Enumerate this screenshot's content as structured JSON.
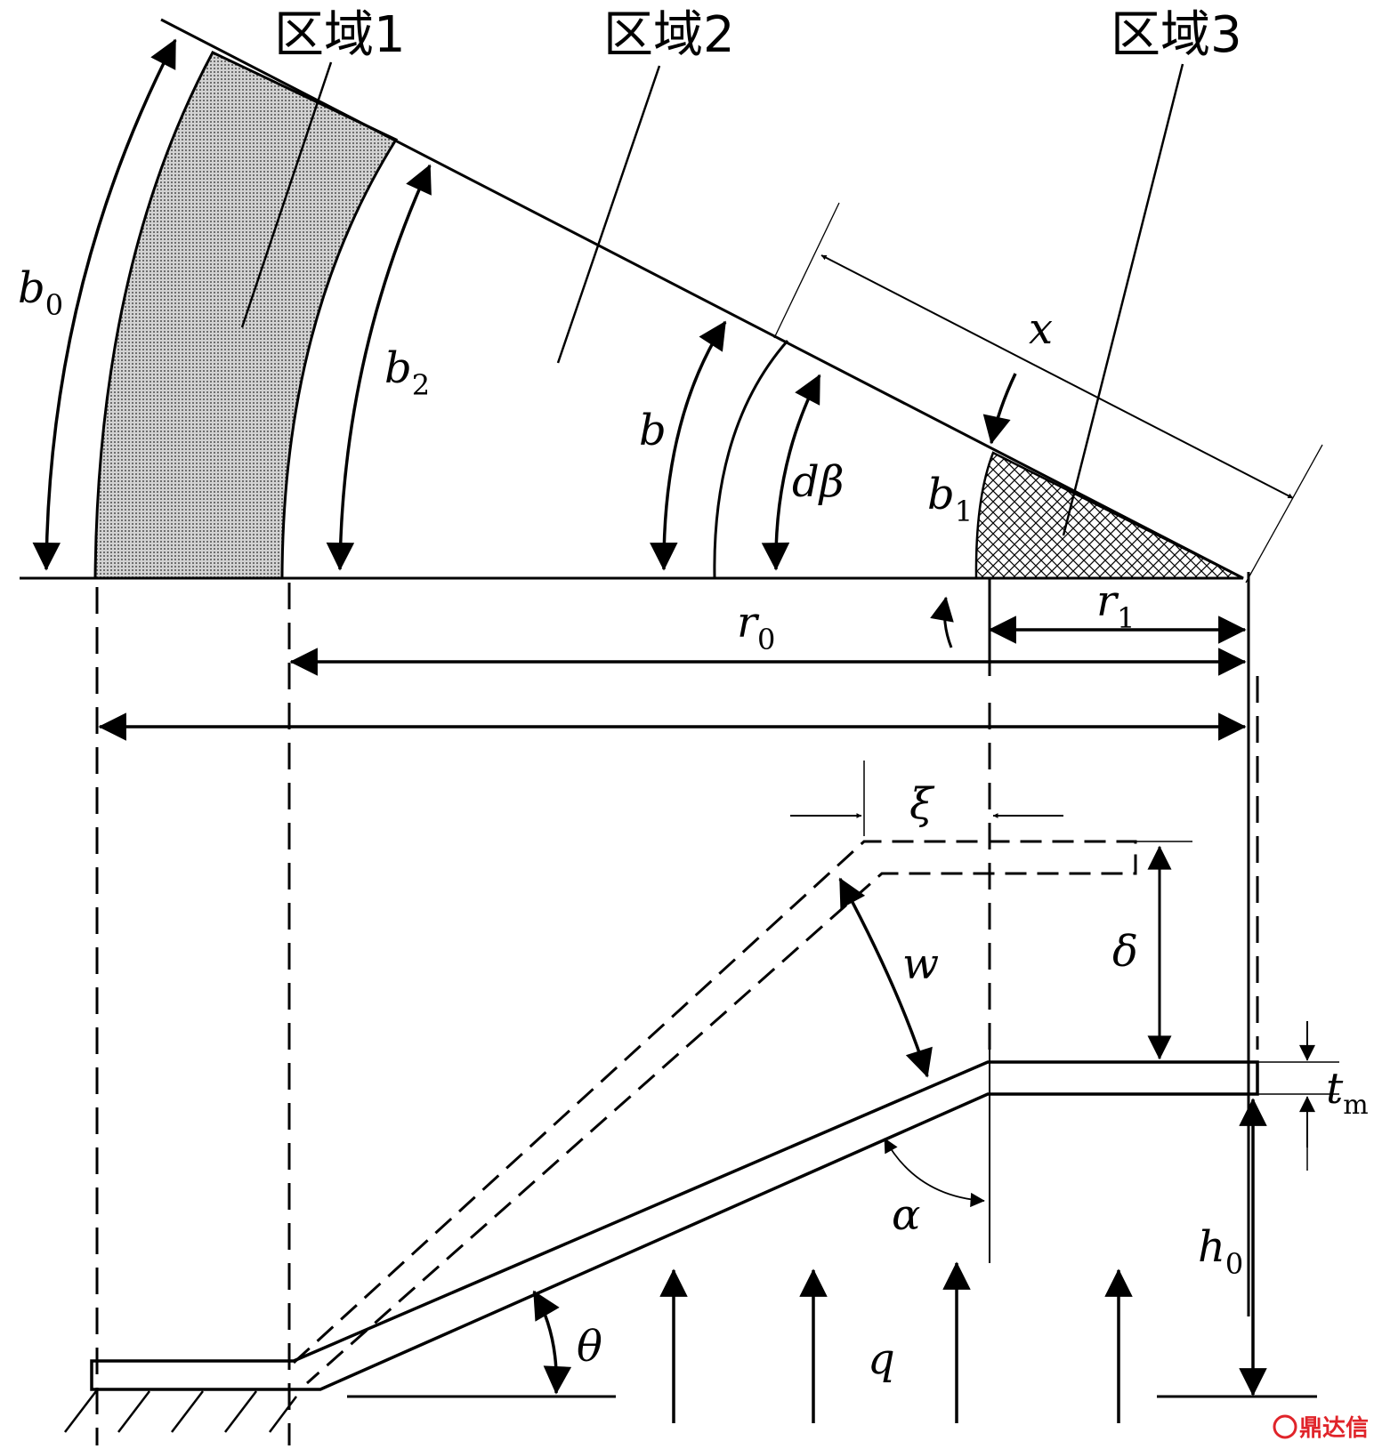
{
  "regions": {
    "zone1": "区域1",
    "zone2": "区域2",
    "zone3": "区域3"
  },
  "symbols": {
    "b0": {
      "main": "b",
      "sub": "0"
    },
    "b2": {
      "main": "b",
      "sub": "2"
    },
    "b": "b",
    "dbeta": "dβ",
    "b1": {
      "main": "b",
      "sub": "1"
    },
    "x": "x",
    "r0": {
      "main": "r",
      "sub": "0"
    },
    "r1": {
      "main": "r",
      "sub": "1"
    },
    "xi": "ξ",
    "w": "w",
    "delta": "δ",
    "tm": {
      "main": "t",
      "sub": "m"
    },
    "alpha": "α",
    "h0": {
      "main": "h",
      "sub": "0"
    },
    "theta": "θ",
    "q": "q"
  },
  "watermark": "鼎达信",
  "colors": {
    "line": "#000000",
    "zone1_fill": "#bdbdbd",
    "watermark": "#e0242a"
  }
}
